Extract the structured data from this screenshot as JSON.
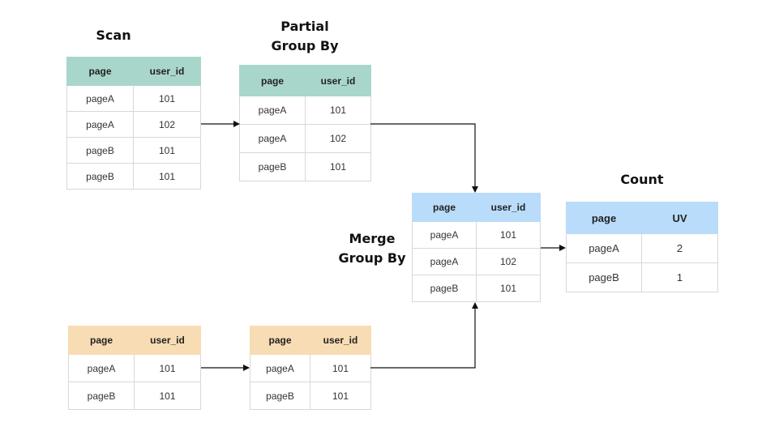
{
  "labels": {
    "scan": "Scan",
    "partial_line1": "Partial",
    "partial_line2": "Group By",
    "merge_line1": "Merge",
    "merge_line2": "Group By",
    "count": "Count"
  },
  "tables": {
    "scan": {
      "headers": [
        "page",
        "user_id"
      ],
      "rows": [
        [
          "pageA",
          "101"
        ],
        [
          "pageA",
          "102"
        ],
        [
          "pageB",
          "101"
        ],
        [
          "pageB",
          "101"
        ]
      ]
    },
    "partial_top": {
      "headers": [
        "page",
        "user_id"
      ],
      "rows": [
        [
          "pageA",
          "101"
        ],
        [
          "pageA",
          "102"
        ],
        [
          "pageB",
          "101"
        ]
      ]
    },
    "merge": {
      "headers": [
        "page",
        "user_id"
      ],
      "rows": [
        [
          "pageA",
          "101"
        ],
        [
          "pageA",
          "102"
        ],
        [
          "pageB",
          "101"
        ]
      ]
    },
    "count": {
      "headers": [
        "page",
        "UV"
      ],
      "rows": [
        [
          "pageA",
          "2"
        ],
        [
          "pageB",
          "1"
        ]
      ]
    },
    "scan_bottom": {
      "headers": [
        "page",
        "user_id"
      ],
      "rows": [
        [
          "pageA",
          "101"
        ],
        [
          "pageB",
          "101"
        ]
      ]
    },
    "partial_bottom": {
      "headers": [
        "page",
        "user_id"
      ],
      "rows": [
        [
          "pageA",
          "101"
        ],
        [
          "pageB",
          "101"
        ]
      ]
    }
  },
  "colors": {
    "teal_header": "#a9d6cb",
    "blue_header": "#b9dcfa",
    "orange_header": "#f7dcb4",
    "arrow": "#111111"
  }
}
